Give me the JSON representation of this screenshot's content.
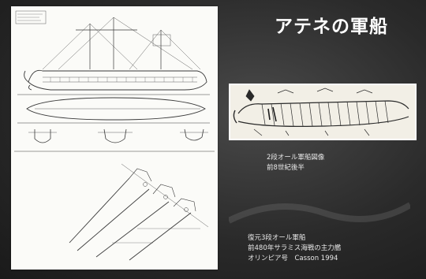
{
  "slide": {
    "title": "アテネの軍船",
    "vase_caption": [
      "2段オール軍船図像",
      "前8世紀後半"
    ],
    "ship_caption": [
      "復元3段オール軍船",
      "前480年サラミス海戦の主力艦",
      "オリンピア号　Casson 1994"
    ]
  },
  "colors": {
    "background": "#2a2a2a",
    "panel": "#fbfbf8",
    "text": "#ffffff",
    "drawing_ink": "#3a3a3a"
  }
}
